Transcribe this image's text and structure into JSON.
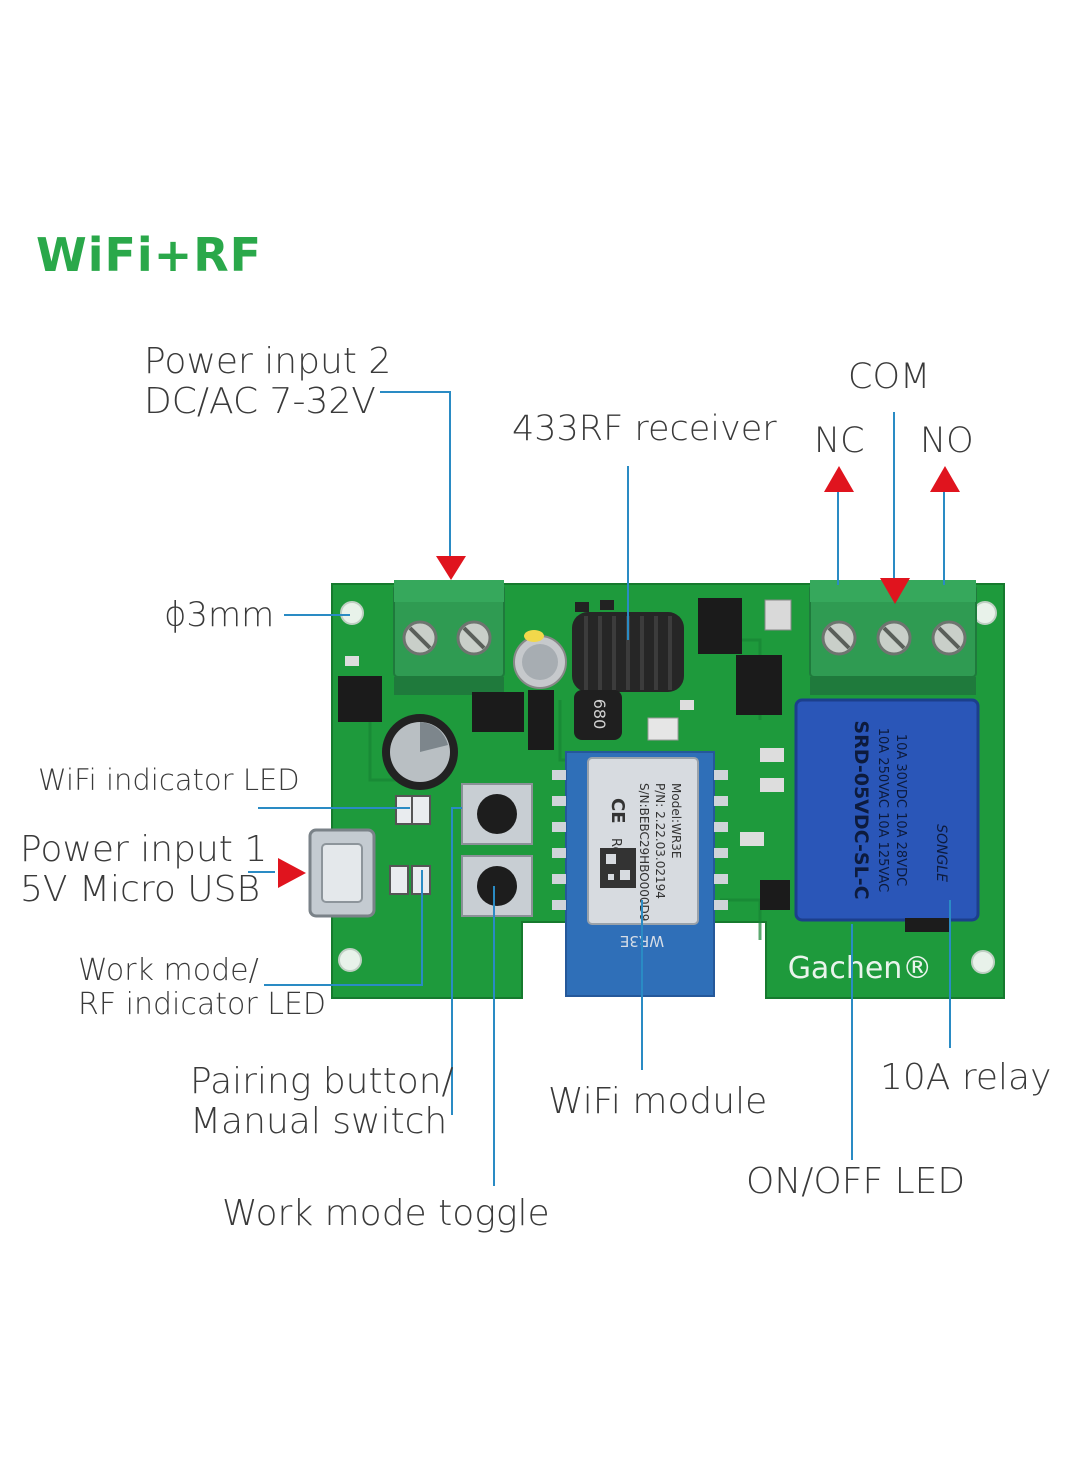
{
  "title": "WiFi+RF",
  "labels": {
    "power_input_2": [
      "Power input 2",
      "DC/AC 7-32V"
    ],
    "rf_receiver": "433RF receiver",
    "com": "COM",
    "nc": "NC",
    "no": "NO",
    "hole": "ɸ3mm",
    "wifi_led": "WiFi indicator LED",
    "power_input_1": [
      "Power input 1",
      "5V Micro USB"
    ],
    "work_mode_led": [
      "Work mode/",
      "RF indicator LED"
    ],
    "pairing_button": [
      "Pairing button/",
      "Manual switch"
    ],
    "work_mode_toggle": "Work mode toggle",
    "wifi_module": "WiFi module",
    "relay": "10A relay",
    "onoff_led": "ON/OFF LED"
  },
  "board": {
    "brand": "Gachen®",
    "module_text": [
      "Model:WR3E",
      "P/N: 2.22.03.02194",
      "S/N:BEBC29HBO000D9"
    ],
    "module_marks": [
      "CE",
      "RoHS"
    ],
    "module_name": "WR3E",
    "coil_code": "680",
    "relay_lines": [
      "SRD-05VDC-SL-C",
      "10A 250VAC  10A 125VAC",
      "10A 30VDC  10A 28VDC"
    ],
    "relay_brand": "SONGLE"
  },
  "colors": {
    "title": "#2aa84a",
    "pcb": "#1e9a3c",
    "terminal": "#2f9b52",
    "arrow": "#e0141e",
    "leader": "#2a8bc4",
    "relay": "#2a56b8",
    "module_pcb": "#2f6fb8"
  }
}
